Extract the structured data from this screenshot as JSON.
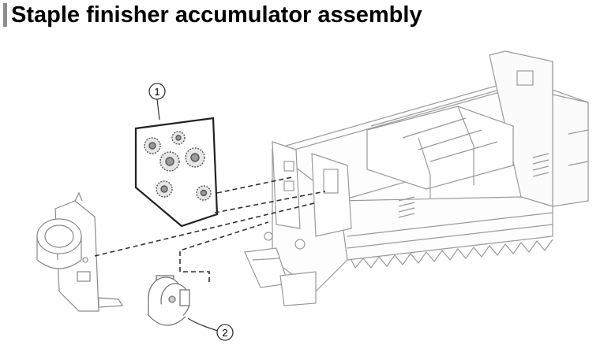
{
  "page": {
    "title": "Staple finisher accumulator assembly"
  },
  "callouts": [
    {
      "label": "1",
      "part": "gear-cluster"
    },
    {
      "label": "2",
      "part": "drive-motor"
    }
  ],
  "colors": {
    "line": "#333333",
    "light_line": "#9a9a9a",
    "title_bar": "#8c8c8c"
  }
}
